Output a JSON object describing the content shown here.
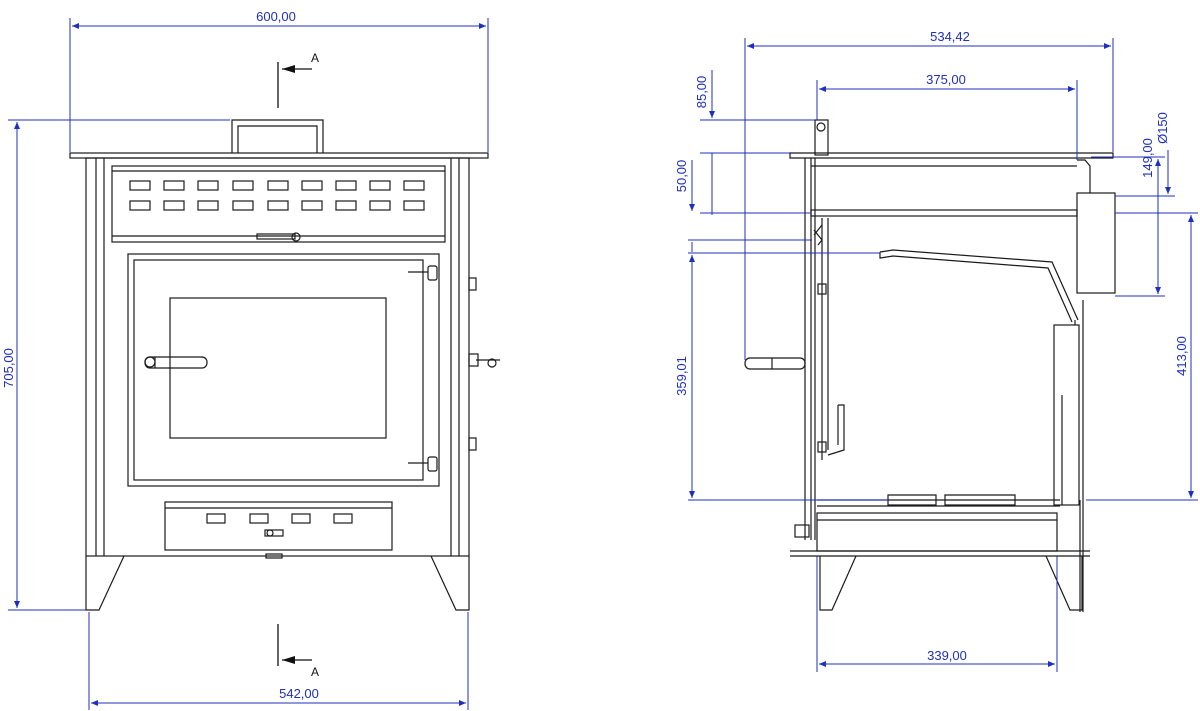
{
  "colors": {
    "object_line": "#1a1a1a",
    "dimension_line": "#1f2fbf",
    "dimension_text": "#1f2fbf",
    "background": "#ffffff"
  },
  "section_marker": "A",
  "front_view": {
    "dim_top_width": "600,00",
    "dim_bottom_width": "542,00",
    "dim_height": "705,00"
  },
  "side_view": {
    "dim_depth": "534,42",
    "dim_top_inner": "375,00",
    "dim_bottom_inner": "339,00",
    "dim_flue_height": "85,00",
    "dim_top_plate": "50,00",
    "dim_lower_height": "359,01",
    "dim_outlet_height": "149,00",
    "dim_flue_diameter": "Ø150",
    "dim_right_height": "413,00"
  }
}
